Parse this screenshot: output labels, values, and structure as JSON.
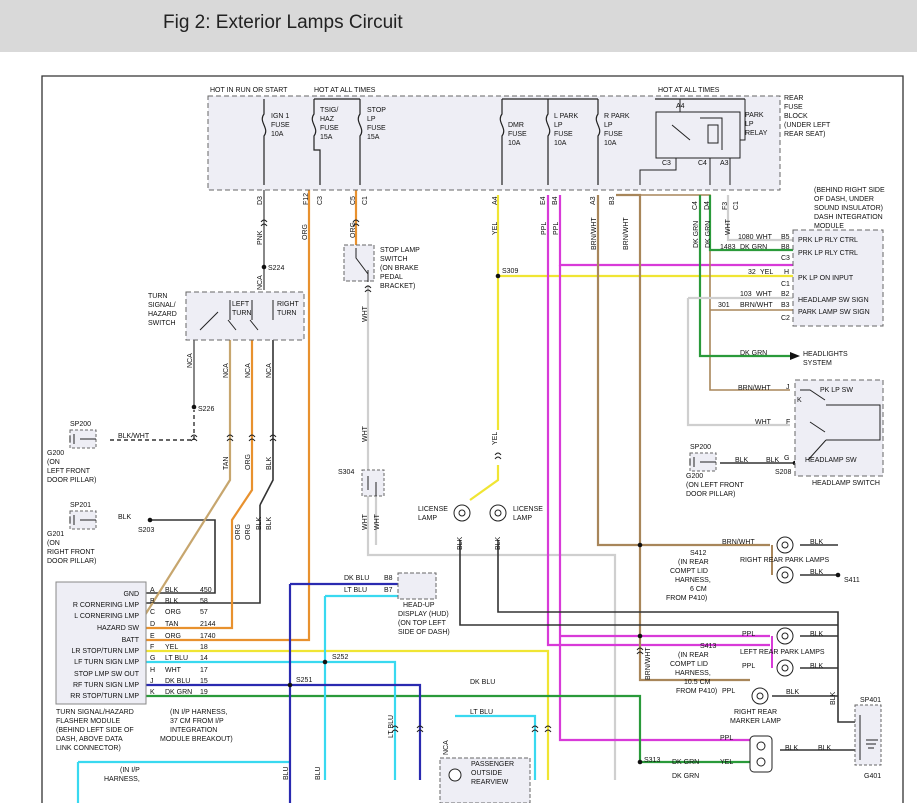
{
  "header": {
    "title": "Fig 2: Exterior Lamps Circuit"
  },
  "fuse_block": {
    "hot_run_start": "HOT IN RUN OR START",
    "hot_all_times_1": "HOT AT ALL TIMES",
    "hot_all_times_2": "HOT AT ALL TIMES",
    "title": [
      "REAR",
      "FUSE",
      "BLOCK",
      "(UNDER LEFT",
      "REAR SEAT)"
    ],
    "fuses": [
      {
        "lines": [
          "IGN 1",
          "FUSE",
          "10A"
        ]
      },
      {
        "lines": [
          "TSIG/",
          "HAZ",
          "FUSE",
          "15A"
        ]
      },
      {
        "lines": [
          "STOP",
          "LP",
          "FUSE",
          "15A"
        ]
      },
      {
        "lines": [
          "DMR",
          "FUSE",
          "10A"
        ]
      },
      {
        "lines": [
          "L PARK",
          "LP",
          "FUSE",
          "10A"
        ]
      },
      {
        "lines": [
          "R PARK",
          "LP",
          "FUSE",
          "10A"
        ]
      }
    ],
    "relay": [
      "PARK",
      "LP",
      "RELAY"
    ],
    "relay_pins": [
      "A4",
      "C3",
      "C4",
      "A3"
    ],
    "bottom_pins": [
      "D3",
      "F12",
      "C3",
      "C5",
      "C1",
      "A4",
      "E4",
      "B4",
      "A3",
      "B3",
      "C4",
      "D4",
      "F3",
      "C1"
    ]
  },
  "wires": {
    "pnk": "PNK",
    "nca": "NCA",
    "org": "ORG",
    "yel": "YEL",
    "ppl": "PPL",
    "brnwht": "BRN/WHT",
    "dkgrn": "DK GRN",
    "wht": "WHT",
    "tan": "TAN",
    "blk": "BLK",
    "ltblu": "LT BLU",
    "dkblu": "DK BLU",
    "blu": "BLU",
    "blkwht": "BLK/WHT"
  },
  "splices": [
    "S224",
    "S226",
    "S203",
    "S309",
    "S304",
    "S208",
    "S412",
    "S411",
    "S413",
    "S252",
    "S251",
    "S313"
  ],
  "stop_switch": [
    "STOP LAMP",
    "SWITCH",
    "(ON BRAKE",
    "PEDAL",
    "BRACKET)"
  ],
  "turn_switch": {
    "label": [
      "TURN",
      "SIGNAL/",
      "HAZARD",
      "SWITCH"
    ],
    "left": [
      "LEFT",
      "TURN"
    ],
    "right": [
      "RIGHT",
      "TURN"
    ]
  },
  "dim": {
    "title": [
      "(BEHIND RIGHT SIDE",
      "OF DASH, UNDER",
      "SOUND INSULATOR)",
      "DASH INTEGRATION",
      "MODULE"
    ],
    "rows": [
      {
        "circ": "1080",
        "color": "WHT",
        "pin": "B5",
        "label": "PRK LP RLY CTRL"
      },
      {
        "circ": "1483",
        "color": "DK GRN",
        "pin": "B8",
        "label": "PRK LP RLY CTRL"
      },
      {
        "circ": "",
        "color": "",
        "pin": "C3",
        "label": ""
      },
      {
        "circ": "32",
        "color": "YEL",
        "pin": "H",
        "label": "PK LP ON INPUT"
      },
      {
        "circ": "",
        "color": "",
        "pin": "C1",
        "label": ""
      },
      {
        "circ": "103",
        "color": "WHT",
        "pin": "B2",
        "label": "HEADLAMP SW SIGN"
      },
      {
        "circ": "301",
        "color": "BRN/WHT",
        "pin": "B3",
        "label": "PARK LAMP SW SIGN"
      },
      {
        "circ": "",
        "color": "",
        "pin": "C2",
        "label": ""
      }
    ]
  },
  "headlights": [
    "HEADLIGHTS",
    "SYSTEM"
  ],
  "headlamp_switch": {
    "pk": "PK LP SW",
    "hl": "HEADLAMP SW",
    "label": "HEADLAMP SWITCH",
    "pin_j": "J",
    "pin_k": "K",
    "pin_f": "F",
    "pin_g": "G"
  },
  "grounds": {
    "sp200": "SP200",
    "sp201": "SP201",
    "sp401": "SP401",
    "g200_left": [
      "G200",
      "(ON",
      "LEFT FRONT",
      "DOOR PILLAR)"
    ],
    "g201": [
      "G201",
      "(ON",
      "RIGHT FRONT",
      "DOOR PILLAR)"
    ],
    "g200_right": [
      "G200",
      "(ON LEFT FRONT",
      "DOOR PILLAR)"
    ],
    "g401": "G401"
  },
  "license_left": [
    "LICENSE",
    "LAMP"
  ],
  "license_right": [
    "LICENSE",
    "LAMP"
  ],
  "hud": [
    "HEAD-UP",
    "DISPLAY (HUD)",
    "(ON TOP LEFT",
    "SIDE OF DASH)"
  ],
  "hud_rows": [
    {
      "color": "DK BLU",
      "pin": "B8"
    },
    {
      "color": "LT BLU",
      "pin": "B7"
    }
  ],
  "flasher": {
    "rows": [
      {
        "label": "GND",
        "pin": "A",
        "color": "BLK",
        "circ": "450"
      },
      {
        "label": "R CORNERING LMP",
        "pin": "B",
        "color": "BLK",
        "circ": "58"
      },
      {
        "label": "L CORNERING LMP",
        "pin": "C",
        "color": "ORG",
        "circ": "57"
      },
      {
        "label": "HAZARD SW",
        "pin": "D",
        "color": "TAN",
        "circ": "2144"
      },
      {
        "label": "BATT",
        "pin": "E",
        "color": "ORG",
        "circ": "1740"
      },
      {
        "label": "LR STOP/TURN LMP",
        "pin": "F",
        "color": "YEL",
        "circ": "18"
      },
      {
        "label": "LF TURN SIGN LMP",
        "pin": "G",
        "color": "LT BLU",
        "circ": "14"
      },
      {
        "label": "STOP LMP SW OUT",
        "pin": "H",
        "color": "WHT",
        "circ": "17"
      },
      {
        "label": "RF TURN SIGN LMP",
        "pin": "J",
        "color": "DK BLU",
        "circ": "15"
      },
      {
        "label": "RR STOP/TURN LMP",
        "pin": "K",
        "color": "DK GRN",
        "circ": "19"
      }
    ],
    "caption": [
      "TURN SIGNAL/HAZARD",
      "FLASHER MODULE",
      "(BEHIND LEFT SIDE OF",
      "DASH, ABOVE DATA",
      "LINK CONNECTOR)"
    ]
  },
  "ip_harness_1": [
    "(IN I/P HARNESS,",
    "37 CM FROM I/P",
    "INTEGRATION",
    "MODULE BREAKOUT)"
  ],
  "ip_harness_2": [
    "(IN I/P",
    "HARNESS,"
  ],
  "rear_compt_1": [
    "(IN REAR",
    "COMPT LID",
    "HARNESS,",
    "6 CM",
    "FROM P410)"
  ],
  "rear_compt_2": [
    "(IN REAR",
    "COMPT LID",
    "HARNESS,",
    "10.5 CM",
    "FROM P410)"
  ],
  "right_rear_park": "RIGHT REAR PARK LAMPS",
  "left_rear_park": "LEFT REAR PARK LAMPS",
  "marker": [
    "RIGHT REAR",
    "MARKER LAMP"
  ],
  "passenger": [
    "PASSENGER",
    "OUTSIDE",
    "REARVIEW"
  ]
}
